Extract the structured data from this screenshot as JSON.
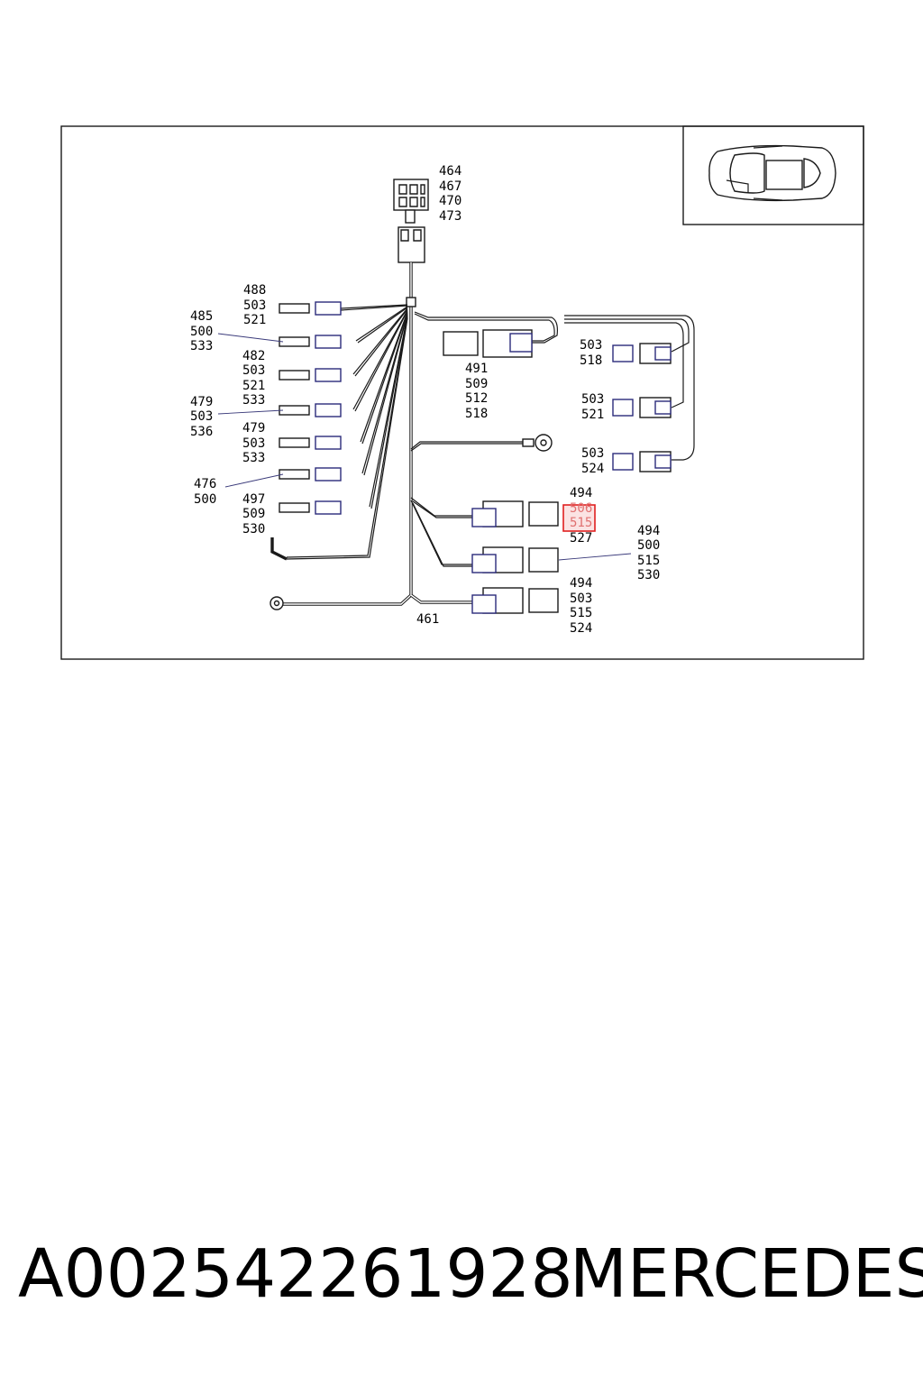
{
  "callouts": {
    "top_connector": [
      "464",
      "467",
      "470",
      "473"
    ],
    "g_488": [
      "488",
      "503",
      "521"
    ],
    "g_485": [
      "485",
      "500",
      "533"
    ],
    "g_482": [
      "482",
      "503",
      "521",
      "533"
    ],
    "g_479a": [
      "479",
      "503",
      "536"
    ],
    "g_479b": [
      "479",
      "503",
      "533"
    ],
    "g_476": [
      "476",
      "500"
    ],
    "g_497": [
      "497",
      "509",
      "530"
    ],
    "g_491": [
      "491",
      "509",
      "512",
      "518"
    ],
    "g_503_518": [
      "503",
      "518"
    ],
    "g_503_521": [
      "503",
      "521"
    ],
    "g_503_524": [
      "503",
      "524"
    ],
    "g_494a": [
      "494",
      "506",
      "515",
      "527"
    ],
    "g_494b": [
      "494",
      "500",
      "515",
      "530"
    ],
    "g_494c": [
      "494",
      "503",
      "515",
      "524"
    ],
    "main_harness": "461"
  },
  "highlight": {
    "color": "#e02020",
    "fill": "#fbe3e3"
  },
  "footer": {
    "part_number": "A002542261928",
    "brand": "MERCEDES"
  }
}
